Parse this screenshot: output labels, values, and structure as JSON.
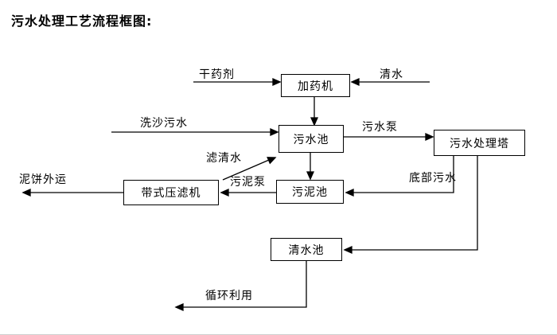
{
  "title": "污水处理工艺流程框图:",
  "nodes": {
    "dosing_machine": "加药机",
    "sewage_pool": "污水池",
    "treatment_tower": "污水处理塔",
    "sludge_pool": "污泥池",
    "belt_filter_press": "带式压滤机",
    "clear_water_pool": "清水池"
  },
  "labels": {
    "dry_chemical": "干药剂",
    "clear_water": "清水",
    "sand_washing_sewage": "洗沙污水",
    "sewage_pump": "污水泵",
    "filtered_water": "滤清水",
    "sludge_pump": "污泥泵",
    "bottom_sewage": "底部污水",
    "mud_cake_out": "泥饼外运",
    "recycle": "循环利用"
  },
  "colors": {
    "line": "#000000",
    "background": "#ffffff",
    "box_border": "#000000"
  }
}
